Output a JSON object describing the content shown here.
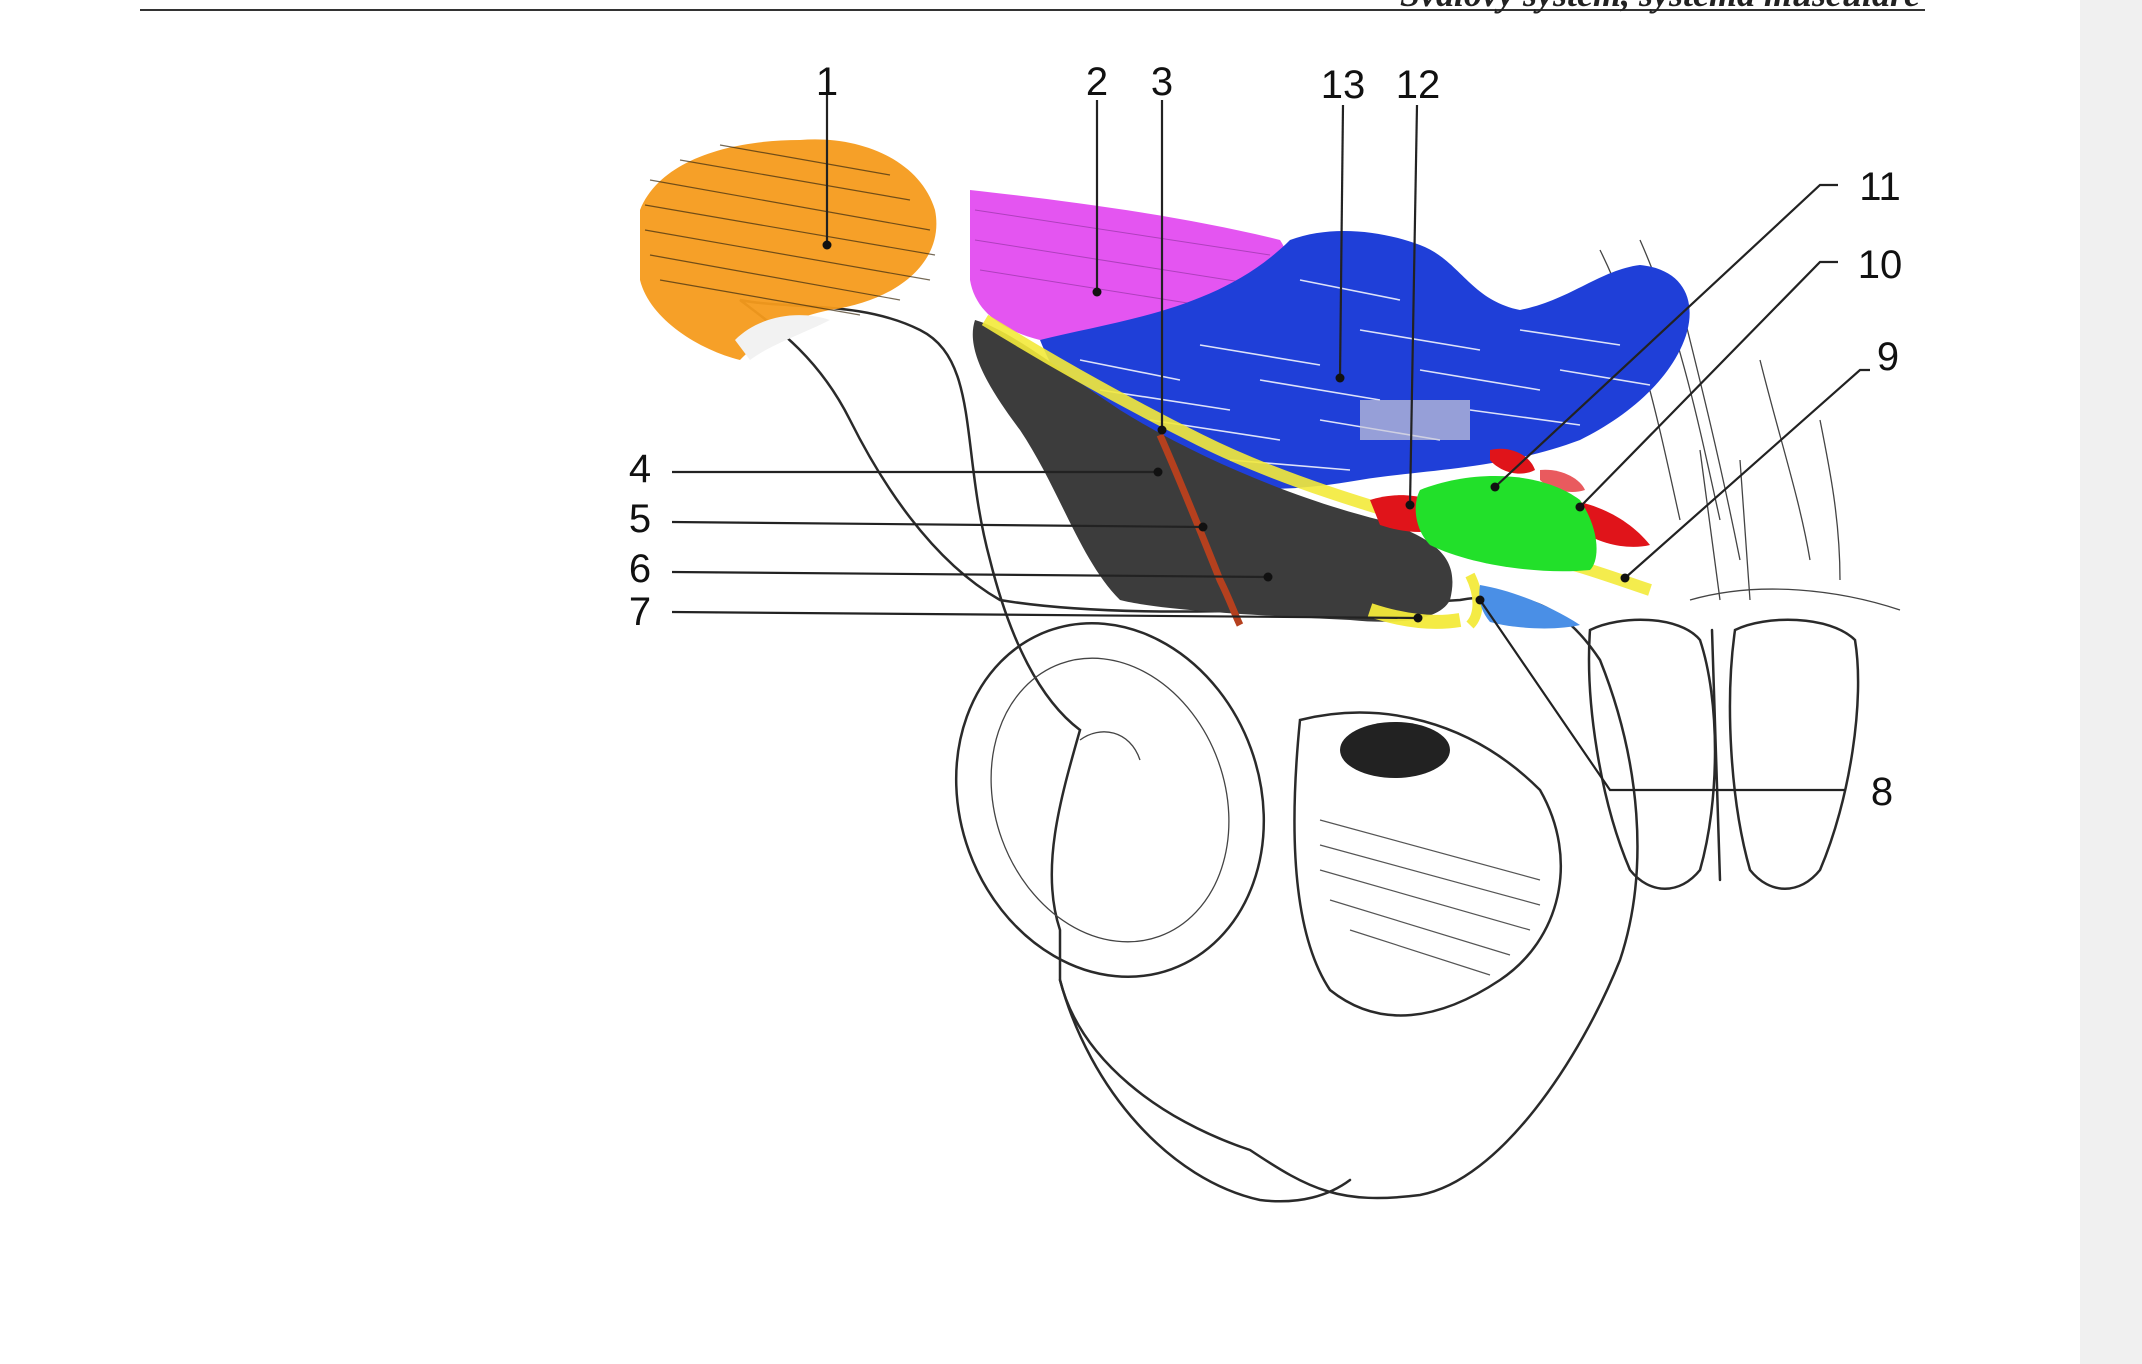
{
  "header": {
    "running_title": "Svalový systém, systema musculare"
  },
  "labels": [
    {
      "number": "1"
    },
    {
      "number": "2"
    },
    {
      "number": "3"
    },
    {
      "number": "4"
    },
    {
      "number": "5"
    },
    {
      "number": "6"
    },
    {
      "number": "7"
    },
    {
      "number": "8"
    },
    {
      "number": "9"
    },
    {
      "number": "10"
    },
    {
      "number": "11"
    },
    {
      "number": "12"
    },
    {
      "number": "13"
    }
  ],
  "colors": {
    "orange": "#f59b1c",
    "magenta": "#e34cf0",
    "blue": "#1f3fd8",
    "yellow": "#f3ea3a",
    "green": "#22e02a",
    "red": "#e0141a",
    "light_blue": "#4a8fe6",
    "dark_grey": "#3c3c3c",
    "vessel": "#b5401e"
  }
}
